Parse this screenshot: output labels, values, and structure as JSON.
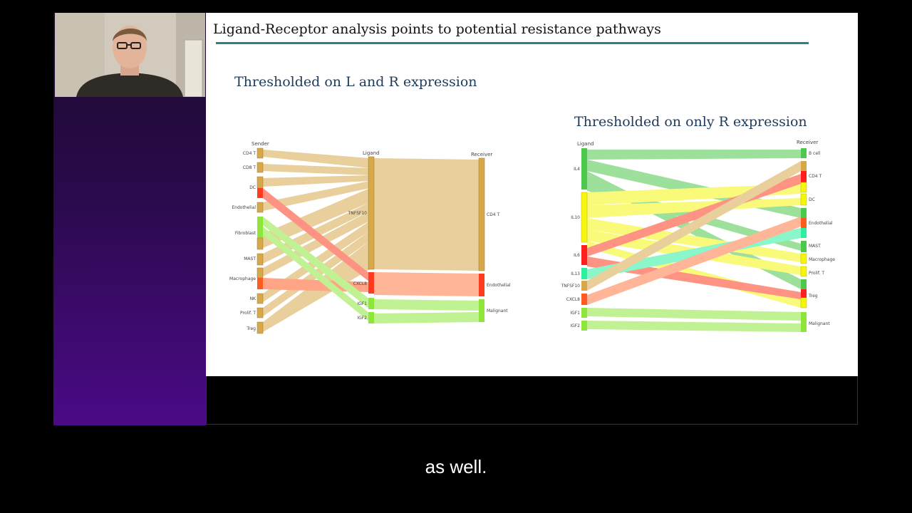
{
  "slide": {
    "title": "Ligand-Receptor analysis points to potential resistance pathways",
    "subtitle_left": "Thresholded on L and R expression",
    "subtitle_right": "Thresholded on only R expression"
  },
  "caption": "as well.",
  "colors": {
    "tan": "#d6a84a",
    "red": "#ff3b1f",
    "orange": "#ff7a45",
    "green": "#4cc84c",
    "light_green": "#8ee63a",
    "yellow": "#f5f50f",
    "teal": "#2cf0a0",
    "accent_rule": "#2f7f86"
  },
  "chart_left": {
    "columns": [
      "Sender",
      "Ligand",
      "Receiver"
    ],
    "senders": [
      "CD4 T",
      "CD8 T",
      "DC",
      "Endothelial",
      "Fibroblast",
      "MAST",
      "Macrophage",
      "NK",
      "Prolif. T",
      "Treg"
    ],
    "ligands": [
      "TNFSF10",
      "CXCL8",
      "IGF1",
      "IGF2"
    ],
    "receivers": [
      "CD4 T",
      "Endothelial",
      "Malignant"
    ]
  },
  "chart_right": {
    "columns": [
      "Ligand",
      "Receiver"
    ],
    "ligands": [
      "IL4",
      "IL10",
      "IL6",
      "IL13",
      "TNFSF10",
      "CXCL8",
      "IGF1",
      "IGF2"
    ],
    "receivers": [
      "B cell",
      "CD4 T",
      "DC",
      "Endothelial",
      "MAST",
      "Macrophage",
      "Prolif. T",
      "Treg",
      "Malignant"
    ]
  }
}
